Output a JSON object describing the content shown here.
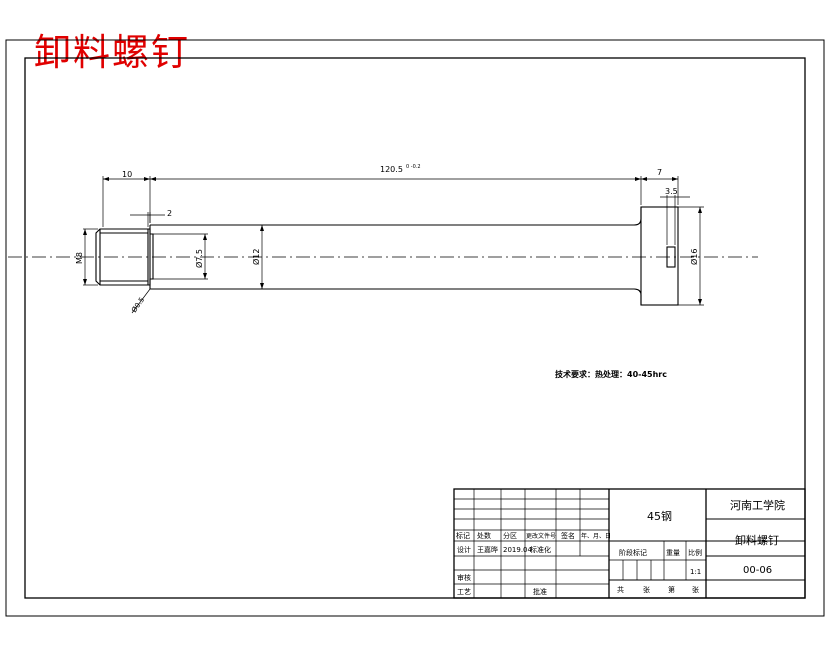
{
  "drawing": {
    "title": "卸料螺钉",
    "dimensions": {
      "head_offset": "10",
      "total_length": "120.5",
      "total_length_tol": "0\n-0.2",
      "neck_width": "2",
      "head_height": "7",
      "slot_width": "3.5",
      "dia_thread": "M8",
      "dia_neck": "Ø7.5",
      "dia_shank": "Ø12",
      "dia_head": "Ø16",
      "chamfer": "Ø0.5"
    },
    "tech_note": "技术要求：热处理：40-45hrc"
  },
  "title_block": {
    "material": "45钢",
    "school": "河南工学院",
    "part_name": "卸料螺钉",
    "code": "00-06",
    "scale_label": "比例",
    "scale": "1:1",
    "weight_label": "重量",
    "stage_label": "阶段标记",
    "sheets_total": "共",
    "sheets_unit": "张",
    "sheet_no": "第",
    "sheet_unit2": "张",
    "rev_headers": [
      "标记",
      "处数",
      "分区",
      "更改文件号",
      "签名",
      "年、月、日"
    ],
    "design_label": "设计",
    "designer": "王嘉晔",
    "date": "2019.04",
    "std_label": "标准化",
    "review_label": "审核",
    "process_label": "工艺",
    "approve_label": "批准"
  }
}
